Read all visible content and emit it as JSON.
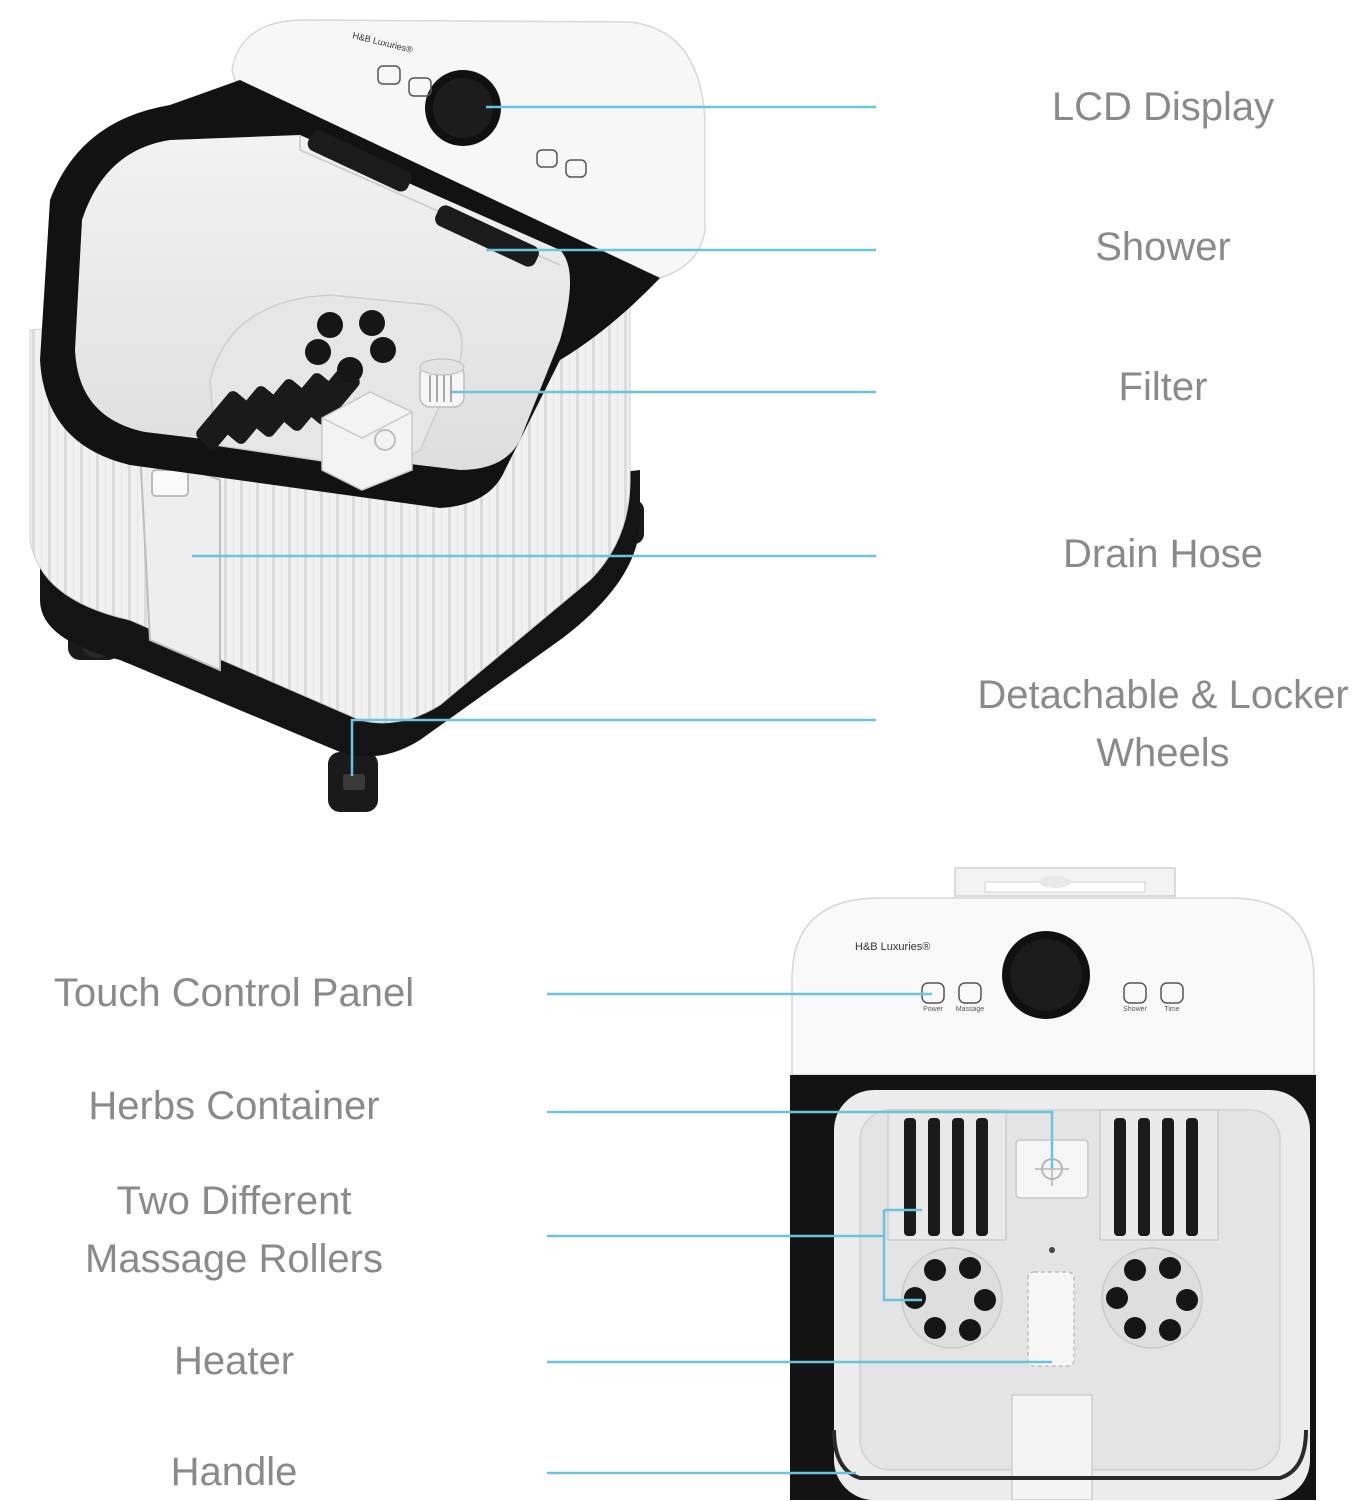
{
  "brand": "H&B Luxuries",
  "brand_mark": "®",
  "panel_buttons": {
    "power": "Power",
    "massage": "Massage",
    "shower": "Shower",
    "time": "Time"
  },
  "callouts": {
    "lcd_display": "LCD Display",
    "shower": "Shower",
    "filter": "Filter",
    "drain_hose": "Drain Hose",
    "wheels_line1": "Detachable & Locker",
    "wheels_line2": "Wheels",
    "touch_control_panel": "Touch Control Panel",
    "herbs_container": "Herbs Container",
    "rollers_line1": "Two Different",
    "rollers_line2": "Massage Rollers",
    "heater": "Heater",
    "handle": "Handle"
  },
  "colors": {
    "leader_line": "#6cc3e0",
    "label_text": "#8a8a8a",
    "product_black": "#141414",
    "product_white": "#f4f4f4"
  }
}
